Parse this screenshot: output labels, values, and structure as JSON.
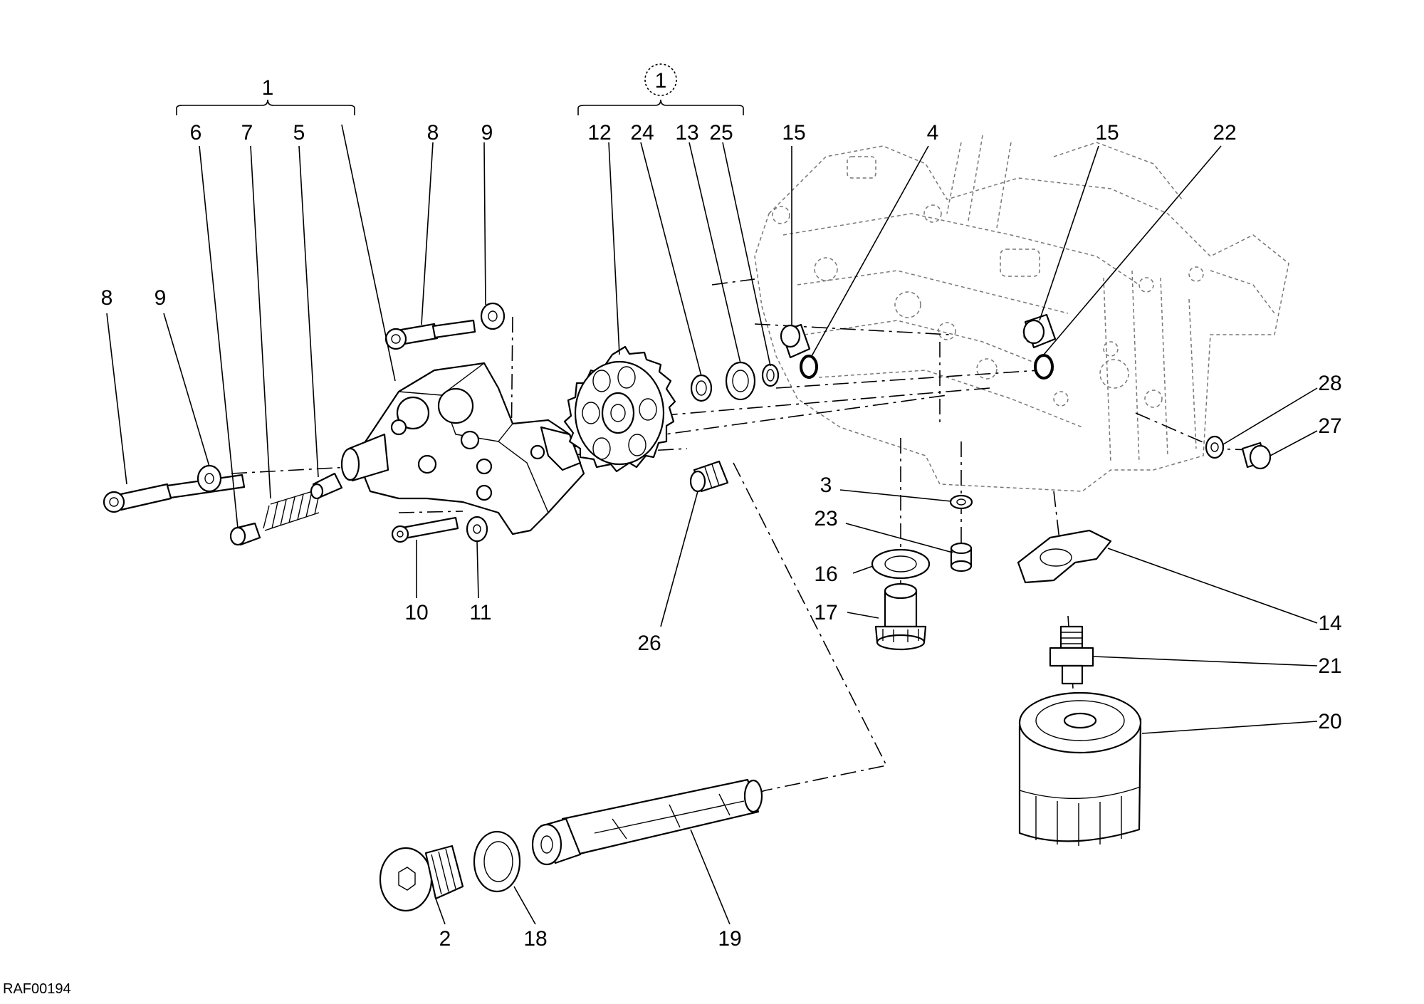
{
  "diagram": {
    "callouts": {
      "c1": "1",
      "c1_circled": "1",
      "c2": "2",
      "c3": "3",
      "c4": "4",
      "c5": "5",
      "c6": "6",
      "c7": "7",
      "c8_left": "8",
      "c8_top": "8",
      "c9_left": "9",
      "c9_top": "9",
      "c10": "10",
      "c11": "11",
      "c12": "12",
      "c13": "13",
      "c14": "14",
      "c15_left": "15",
      "c15_right": "15",
      "c16": "16",
      "c17": "17",
      "c18": "18",
      "c19": "19",
      "c20": "20",
      "c21": "21",
      "c22": "22",
      "c23": "23",
      "c24": "24",
      "c25": "25",
      "c26": "26",
      "c27": "27",
      "c28": "28"
    },
    "drawing_code": "RAF00194"
  }
}
